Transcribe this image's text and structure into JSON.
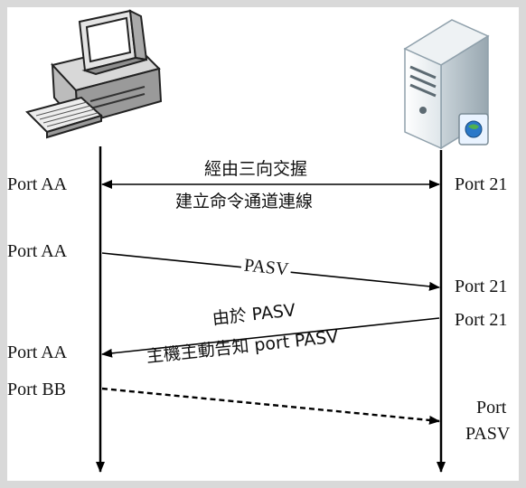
{
  "diagram": {
    "client": {
      "icon": "desktop-computer-icon"
    },
    "server": {
      "icon": "server-tower-icon",
      "badge_icon": "globe-icon"
    },
    "steps": [
      {
        "left_port": "Port AA",
        "right_port": "Port 21",
        "direction": "both",
        "style": "solid",
        "caption": [
          "經由三向交握",
          "建立命令通道連線"
        ]
      },
      {
        "left_port": "Port AA",
        "right_port": "Port 21",
        "direction": "right",
        "style": "solid",
        "caption": [
          "PASV"
        ]
      },
      {
        "left_port": "Port AA",
        "right_port": "Port 21",
        "direction": "left",
        "style": "solid",
        "caption": [
          "由於 PASV",
          "主機主動告知 port PASV"
        ]
      },
      {
        "left_port": "Port BB",
        "right_port": "Port PASV",
        "right_port_lines": [
          "Port",
          "PASV"
        ],
        "direction": "right",
        "style": "dashed",
        "caption": []
      }
    ]
  }
}
